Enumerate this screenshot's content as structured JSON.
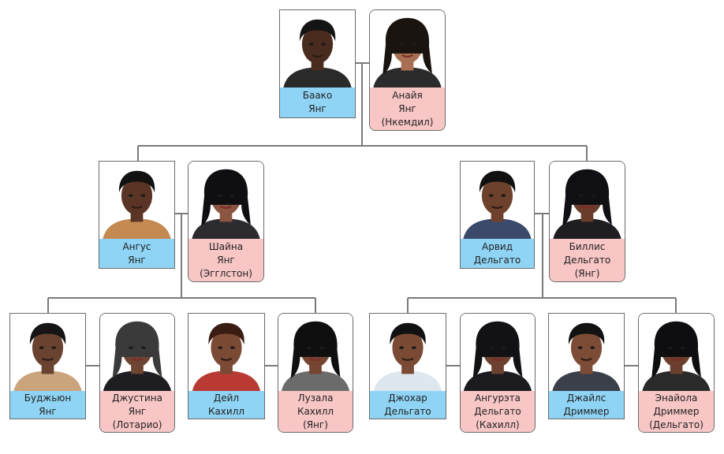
{
  "people": {
    "baako": {
      "first": "Баако",
      "last": "Янг",
      "maiden": "",
      "sex": "m",
      "skin": "#4a2c1e",
      "hair": "#141414",
      "shirt": "#2a2a2a",
      "icon": "portrait-baako-icon"
    },
    "anaya": {
      "first": "Анайя",
      "last": "Янг",
      "maiden": "(Нкемдил)",
      "sex": "f",
      "skin": "#a86f52",
      "hair": "#1a1410",
      "shirt": "#2b2b2b",
      "icon": "portrait-anaya-icon"
    },
    "angus": {
      "first": "Ангус",
      "last": "Янг",
      "maiden": "",
      "sex": "m",
      "skin": "#5a3424",
      "hair": "#121212",
      "shirt": "#c48a52",
      "icon": "portrait-angus-icon"
    },
    "shaina": {
      "first": "Шайна",
      "last": "Янг",
      "maiden": "(Эгглстон)",
      "sex": "f",
      "skin": "#8a5640",
      "hair": "#0f0f12",
      "shirt": "#2c2c30",
      "icon": "portrait-shaina-icon"
    },
    "arvid": {
      "first": "Арвид",
      "last": "Дельгато",
      "maiden": "",
      "sex": "m",
      "skin": "#6e412c",
      "hair": "#111111",
      "shirt": "#3b4a6b",
      "icon": "portrait-arvid-icon"
    },
    "billis": {
      "first": "Биллис",
      "last": "Дельгато",
      "maiden": "(Янг)",
      "sex": "f",
      "skin": "#6a3d2b",
      "hair": "#101014",
      "shirt": "#1d1d22",
      "icon": "portrait-billis-icon"
    },
    "budjyun": {
      "first": "Буджьюн",
      "last": "Янг",
      "maiden": "",
      "sex": "m",
      "skin": "#6a4230",
      "hair": "#151515",
      "shirt": "#c9a47c",
      "icon": "portrait-budjyun-icon"
    },
    "justina": {
      "first": "Джустина",
      "last": "Янг",
      "maiden": "(Лотарио)",
      "sex": "f",
      "skin": "#6e4433",
      "hair": "#3a3a3a",
      "shirt": "#1e1e22",
      "icon": "portrait-justina-icon"
    },
    "dale": {
      "first": "Дейл",
      "last": "Кахилл",
      "maiden": "",
      "sex": "m",
      "skin": "#7a4a34",
      "hair": "#3a1c12",
      "shirt": "#b83a33",
      "icon": "portrait-dale-icon"
    },
    "luzala": {
      "first": "Лузала",
      "last": "Кахилл",
      "maiden": "(Янг)",
      "sex": "f",
      "skin": "#754532",
      "hair": "#0f0f10",
      "shirt": "#6b6b6b",
      "icon": "portrait-luzala-icon"
    },
    "johar": {
      "first": "Джохар",
      "last": "Дельгато",
      "maiden": "",
      "sex": "m",
      "skin": "#7a4a35",
      "hair": "#111111",
      "shirt": "#dfe7ee",
      "icon": "portrait-johar-icon"
    },
    "angureta": {
      "first": "Ангурэта",
      "last": "Дельгато",
      "maiden": "(Кахилл)",
      "sex": "f",
      "skin": "#6d412f",
      "hair": "#121214",
      "shirt": "#1c1c20",
      "icon": "portrait-angureta-icon"
    },
    "jiles": {
      "first": "Джайлс",
      "last": "Дриммер",
      "maiden": "",
      "sex": "m",
      "skin": "#7d4c36",
      "hair": "#121212",
      "shirt": "#3b3f4a",
      "icon": "portrait-jiles-icon"
    },
    "enayola": {
      "first": "Энайола",
      "last": "Дриммер",
      "maiden": "(Дельгато)",
      "sex": "f",
      "skin": "#6a3f2d",
      "hair": "#0e0e10",
      "shirt": "#2a2a2a",
      "icon": "portrait-enayola-icon"
    }
  },
  "colors": {
    "male_label": "#8fd4f5",
    "female_label": "#f7c6c5",
    "line": "#7a7a7a",
    "border": "#6b6b6b"
  }
}
